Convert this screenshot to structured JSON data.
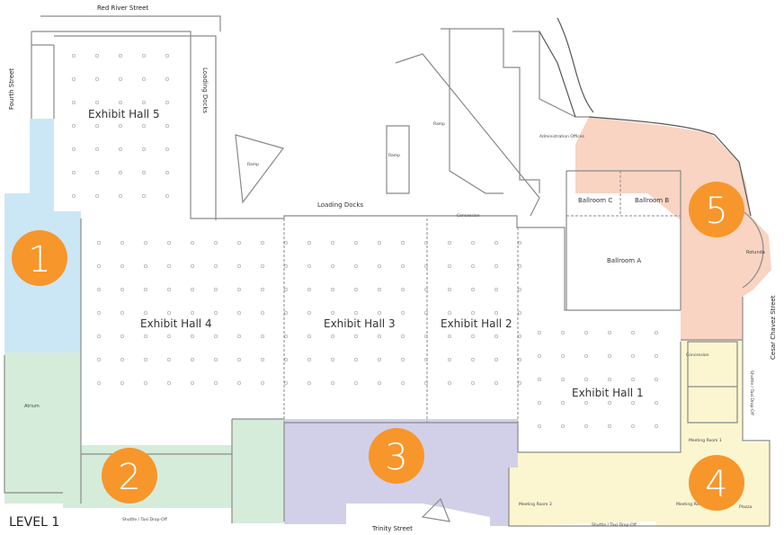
{
  "map": {
    "level_label": "LEVEL 1",
    "streets": {
      "north": "Red River Street",
      "west": "Fourth Street",
      "east": "Cesar Chavez Street",
      "south": "Trinity Street"
    },
    "halls": [
      "Exhibit Hall 5",
      "Exhibit Hall 4",
      "Exhibit Hall 3",
      "Exhibit Hall 2",
      "Exhibit Hall 1"
    ],
    "ballrooms": [
      "Ballroom C",
      "Ballroom B",
      "Ballroom A"
    ],
    "rooms": {
      "rotunda": "Rotunda",
      "atrium": "Atrium",
      "admin": "Administration Offices",
      "meeting1": "Meeting Room 1",
      "meeting2": "Meeting Room 2",
      "meeting3": "Meeting Room 3",
      "plaza": "Plazza",
      "concession": "Concession"
    },
    "loading_docks": "Loading Docks",
    "ramp": "Ramp",
    "shuttle": "Shuttle / Taxi Drop-Off",
    "zones": [
      {
        "number": "1",
        "color": "#cbe7f6"
      },
      {
        "number": "2",
        "color": "#d6ecdb"
      },
      {
        "number": "3",
        "color": "#d2d0e8"
      },
      {
        "number": "4",
        "color": "#fbf6cf"
      },
      {
        "number": "5",
        "color": "#f9d4c2"
      }
    ],
    "marker_color": "#f7962b"
  }
}
